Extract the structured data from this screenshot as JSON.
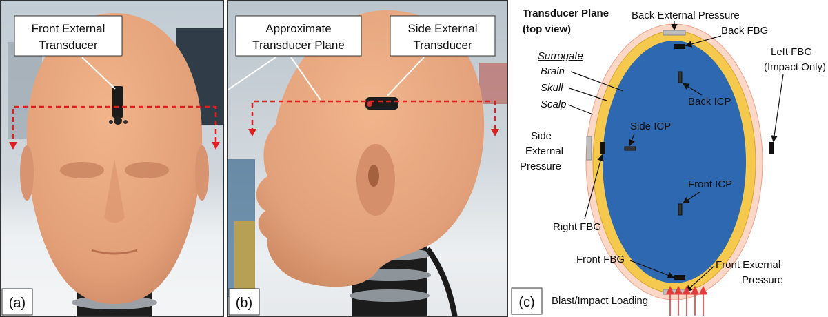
{
  "panels": {
    "a": {
      "label": "(a)",
      "callout": [
        "Front External",
        "Transducer"
      ]
    },
    "b": {
      "label": "(b)",
      "callout_plane": [
        "Approximate",
        "Transducer Plane"
      ],
      "callout_side": [
        "Side External",
        "Transducer"
      ]
    },
    "c": {
      "label": "(c)",
      "title": [
        "Transducer Plane",
        "(top view)"
      ],
      "layers_header": "Surrogate",
      "layers": [
        "Brain",
        "Skull",
        "Scalp"
      ],
      "labels": {
        "back_external_pressure": "Back External Pressure",
        "back_fbg": "Back FBG",
        "left_fbg": [
          "Left FBG",
          "(Impact Only)"
        ],
        "back_icp": "Back ICP",
        "side_icp": "Side ICP",
        "side_external_pressure": [
          "Side",
          "External",
          "Pressure"
        ],
        "front_icp": "Front ICP",
        "right_fbg": "Right FBG",
        "front_fbg": "Front FBG",
        "front_external_pressure": [
          "Front External",
          "Pressure"
        ],
        "loading": "Blast/Impact Loading"
      },
      "colors": {
        "brain": "#2e68b0",
        "skull": "#f5c94e",
        "scalp": "#fbd7c7",
        "arrows": "#e33b3b"
      }
    }
  }
}
